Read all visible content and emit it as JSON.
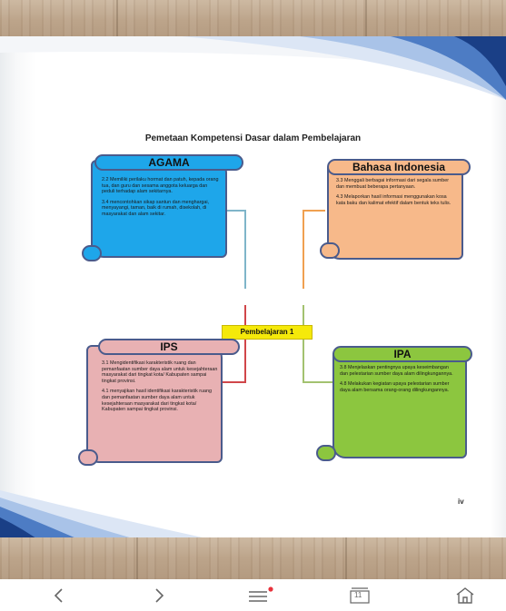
{
  "page": {
    "title": "Pemetaan Kompetensi Dasar dalam Pembelajaran",
    "page_number": "iv",
    "center_label": "Pembelajaran  1"
  },
  "subjects": {
    "agama": {
      "heading": "AGAMA",
      "color": "#1ea6ea",
      "paragraphs": [
        "2.2  Memiliki perilaku hormat dan patuh,  kepada orang tua, dan guru dan sesama anggota keluarga dan peduli terhadap alam sekitarnya.",
        "3.4  mencontohkan sikap santun dan    menghargai, menyayangi, taman, baik di rumah, disekolah, di masyarakat dan alam sekitar."
      ]
    },
    "bahasa": {
      "heading": "Bahasa Indonesia",
      "color": "#f7b98a",
      "paragraphs": [
        "3.3  Menggali berbagai informasi dari segala sumber dan membuat beberapa pertanyaan.",
        "4.3 Melaporkan hasil informasi menggunakan kosa kata baku dan kalimat efektif dalam bentuk teks tulis."
      ]
    },
    "ips": {
      "heading": "IPS",
      "color": "#e8b1b3",
      "paragraphs": [
        "3.1  Mengidentifikasi karakteristik ruang dan pemanfaatan sumber daya alam untuk kesejahteraan masyarakat dari tingkat kota/ Kabupaten sampai tingkat provinsi.",
        "4.1 menyajikan hasil identifikasi karakteristik ruang dan pemanfaatan sumber daya alam untuk kesejahteraan masyarakat dari tingkat kota/ Kabupaten sampai tingkat provinsi."
      ]
    },
    "ipa": {
      "heading": "IPA",
      "color": "#8cc63f",
      "paragraphs": [
        "3.8 Menjelaskan pentingnya upaya keseimbangan dan pelestarian sumber daya alam dilingkungannya.",
        "4.8 Melakukan kegiatan upaya pelestarian sumber daya alam bersama orang-orang dilingkungannya."
      ]
    }
  },
  "nav": {
    "calendar_day": "11",
    "back_icon": "chevron-left-icon",
    "forward_icon": "chevron-right-icon",
    "menu_icon": "menu-icon",
    "tabs_icon": "calendar-tabs-icon",
    "home_icon": "home-icon",
    "notification_color": "#e8323c"
  }
}
